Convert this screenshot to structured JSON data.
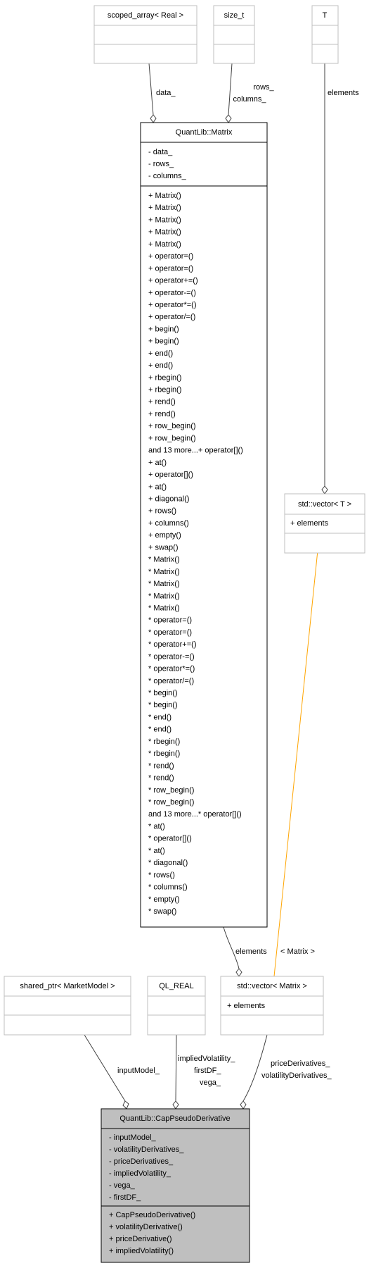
{
  "nodes": {
    "scoped_array": {
      "title": "scoped_array< Real >"
    },
    "size_t": {
      "title": "size_t"
    },
    "T": {
      "title": "T"
    },
    "matrix": {
      "title": "QuantLib::Matrix",
      "attributes": [
        "- data_",
        "- rows_",
        "- columns_"
      ],
      "operations": [
        "+ Matrix()",
        "+ Matrix()",
        "+ Matrix()",
        "+ Matrix()",
        "+ Matrix()",
        "+ operator=()",
        "+ operator=()",
        "+ operator+=()",
        "+ operator-=()",
        "+ operator*=()",
        "+ operator/=()",
        "+ begin()",
        "+ begin()",
        "+ end()",
        "+ end()",
        "+ rbegin()",
        "+ rbegin()",
        "+ rend()",
        "+ rend()",
        "+ row_begin()",
        "+ row_begin()",
        "and 13 more...+ operator[]()",
        "+ at()",
        "+ operator[]()",
        "+ at()",
        "+ diagonal()",
        "+ rows()",
        "+ columns()",
        "+ empty()",
        "+ swap()",
        "* Matrix()",
        "* Matrix()",
        "* Matrix()",
        "* Matrix()",
        "* Matrix()",
        "* operator=()",
        "* operator=()",
        "* operator+=()",
        "* operator-=()",
        "* operator*=()",
        "* operator/=()",
        "* begin()",
        "* begin()",
        "* end()",
        "* end()",
        "* rbegin()",
        "* rbegin()",
        "* rend()",
        "* rend()",
        "* row_begin()",
        "* row_begin()",
        "and 13 more...* operator[]()",
        "* at()",
        "* operator[]()",
        "* at()",
        "* diagonal()",
        "* rows()",
        "* columns()",
        "* empty()",
        "* swap()"
      ]
    },
    "vector_t": {
      "title": "std::vector< T >",
      "attributes": [
        "+ elements"
      ]
    },
    "shared_ptr": {
      "title": "shared_ptr< MarketModel >"
    },
    "ql_real": {
      "title": "QL_REAL"
    },
    "vector_matrix": {
      "title": "std::vector< Matrix >",
      "attributes": [
        "+ elements"
      ]
    },
    "cap": {
      "title": "QuantLib::CapPseudoDerivative",
      "attributes": [
        "- inputModel_",
        "- volatilityDerivatives_",
        "- priceDerivatives_",
        "- impliedVolatility_",
        "- vega_",
        "- firstDF_"
      ],
      "operations": [
        "+ CapPseudoDerivative()",
        "+ volatilityDerivative()",
        "+ priceDerivative()",
        "+ impliedVolatility()"
      ]
    }
  },
  "edges": {
    "data": [
      "data_"
    ],
    "rows_columns": [
      "rows_",
      "columns_"
    ],
    "elements_t": [
      "elements"
    ],
    "elements_matrix": [
      "elements"
    ],
    "template_arg": [
      "< Matrix >"
    ],
    "input_model": [
      "inputModel_"
    ],
    "implied": [
      "impliedVolatility_",
      "firstDF_",
      "vega_"
    ],
    "price": [
      "priceDerivatives_",
      "volatilityDerivatives_"
    ]
  }
}
